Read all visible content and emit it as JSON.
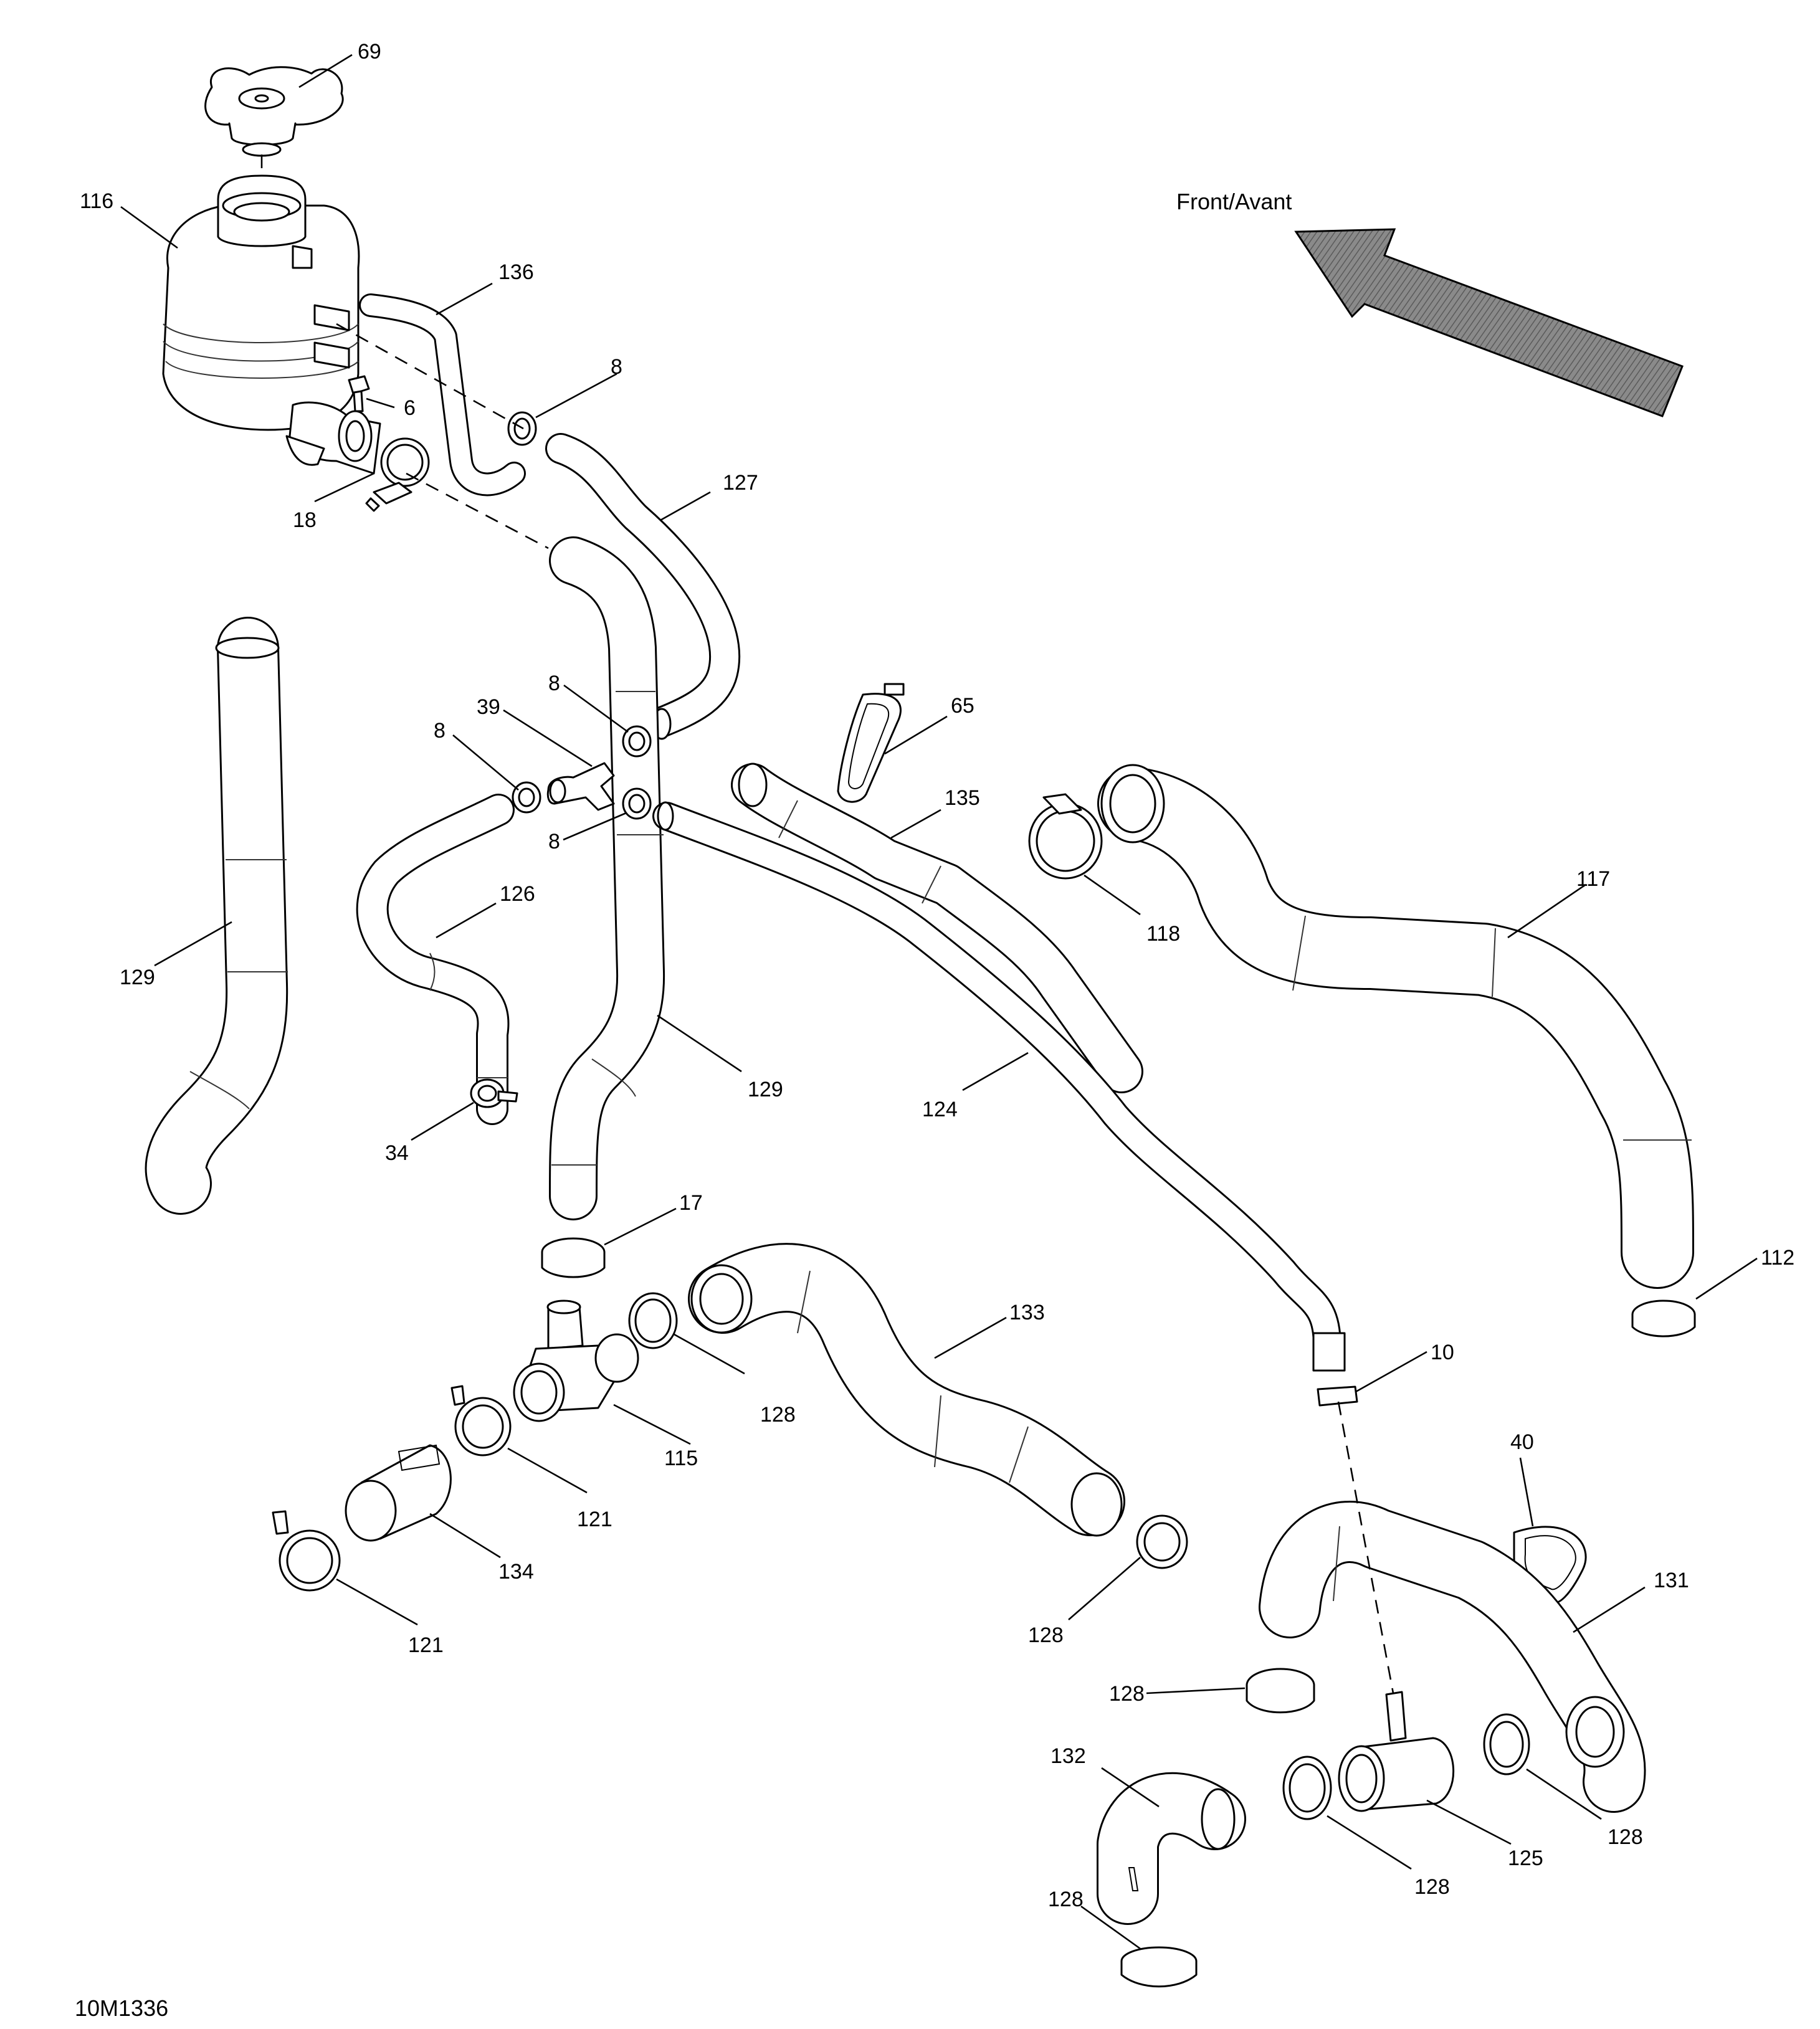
{
  "diagram": {
    "doc_id": "10M1336",
    "front_label": "Front/Avant",
    "arrow_color": "#7a7a7a",
    "callouts": [
      "69",
      "116",
      "136",
      "8",
      "6",
      "18",
      "127",
      "39",
      "8",
      "8",
      "8",
      "65",
      "135",
      "118",
      "117",
      "129",
      "126",
      "129",
      "34",
      "124",
      "112",
      "17",
      "133",
      "10",
      "128",
      "40",
      "115",
      "121",
      "131",
      "134",
      "128",
      "128",
      "121",
      "132",
      "125",
      "128",
      "128",
      "128"
    ]
  }
}
